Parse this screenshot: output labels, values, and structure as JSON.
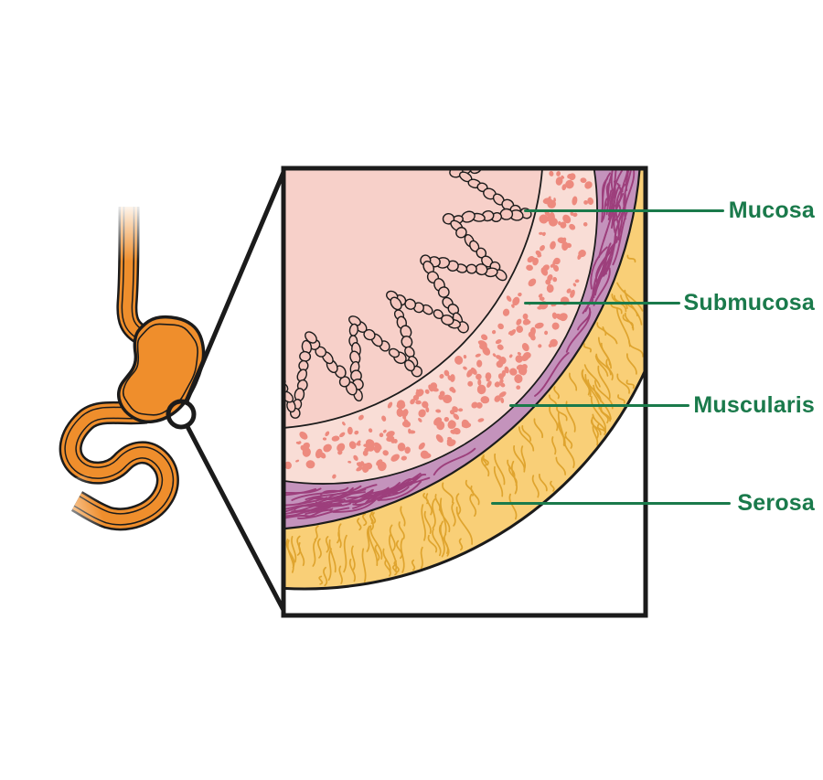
{
  "diagram": {
    "labels": [
      {
        "id": "mucosa",
        "text": "Mucosa"
      },
      {
        "id": "submucosa",
        "text": "Submucosa"
      },
      {
        "id": "muscularis",
        "text": "Muscularis"
      },
      {
        "id": "serosa",
        "text": "Serosa"
      }
    ],
    "label_color": "#1a7a4b",
    "colors": {
      "background": "#ffffff",
      "outline": "#1b1b1b",
      "organ_fill": "#ef8e2c",
      "mucosa_bg": "#f7d0c9",
      "villi_fill": "#f5c7bf",
      "submucosa_bg": "#f9ddd6",
      "submucosa_dots": "#ed8a7e",
      "muscularis_bg": "#c493bc",
      "muscularis_lines": "#9d3f7c",
      "serosa_bg": "#f9cf77",
      "serosa_lines": "#dfa42e"
    }
  }
}
